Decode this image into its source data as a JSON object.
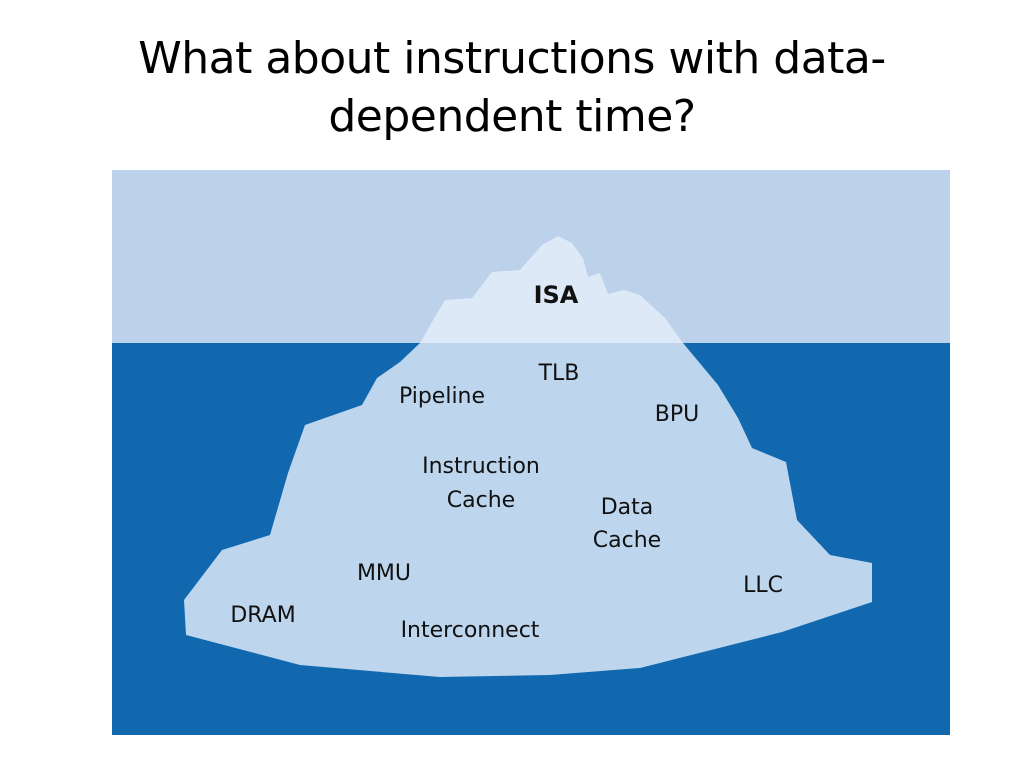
{
  "slide": {
    "title_line1": "What about instructions with data-",
    "title_line2": "dependent time?"
  },
  "colors": {
    "sky": "#bcd1ea",
    "water": "#1168ae",
    "ice_above": "#dde9f6",
    "ice_below": "#bdd6ee"
  },
  "iceberg_labels": {
    "isa": "ISA",
    "tlb": "TLB",
    "pipeline": "Pipeline",
    "bpu": "BPU",
    "instruction_cache_line1": "Instruction",
    "instruction_cache_line2": "Cache",
    "data_cache_line1": "Data",
    "data_cache_line2": "Cache",
    "mmu": "MMU",
    "llc": "LLC",
    "dram": "DRAM",
    "interconnect": "Interconnect"
  }
}
